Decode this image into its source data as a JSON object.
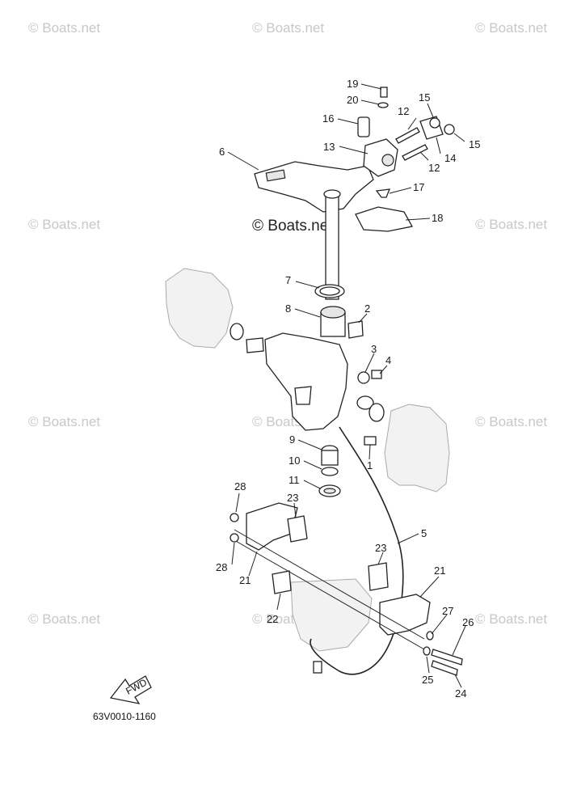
{
  "watermark": {
    "text": "© Boats.net",
    "main_text": "© Boats.net"
  },
  "diagram_code": "63V0010-1160",
  "fwd_label": "FWD",
  "part_labels": {
    "p1": "1",
    "p2": "2",
    "p3": "3",
    "p4": "4",
    "p5": "5",
    "p6": "6",
    "p7": "7",
    "p8": "8",
    "p9": "9",
    "p10": "10",
    "p11": "11",
    "p12a": "12",
    "p12b": "12",
    "p13": "13",
    "p14": "14",
    "p15a": "15",
    "p15b": "15",
    "p16": "16",
    "p17": "17",
    "p18": "18",
    "p19": "19",
    "p20": "20",
    "p21a": "21",
    "p21b": "21",
    "p22": "22",
    "p23a": "23",
    "p23b": "23",
    "p24": "24",
    "p25": "25",
    "p26": "26",
    "p27": "27",
    "p28a": "28",
    "p28b": "28"
  }
}
